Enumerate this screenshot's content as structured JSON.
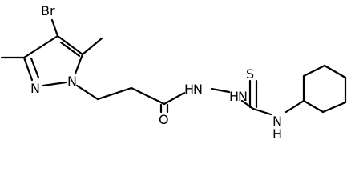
{
  "molecule": {
    "atoms": {
      "bromine": "Br",
      "ring_nitrogen_n1": "N",
      "ring_nitrogen_n2": "N",
      "carbonyl_oxygen": "O",
      "hydrazide_nh_1": "H",
      "hydrazide_n_1": "N",
      "hydrazide_nh_2": "H",
      "hydrazide_n_2": "N",
      "thione_sulfur": "S",
      "amine_nitrogen": "N",
      "amine_hydrogen": "H"
    }
  }
}
